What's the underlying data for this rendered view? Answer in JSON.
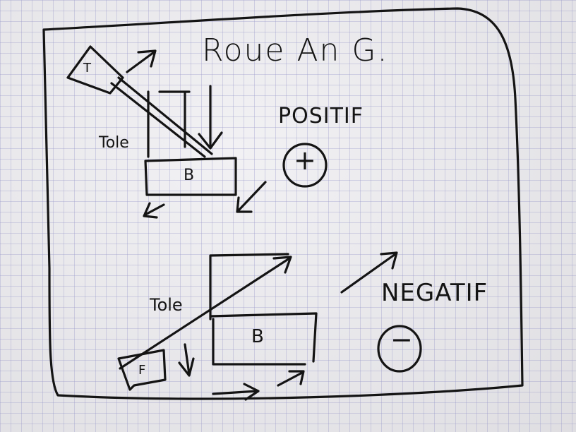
{
  "title": "Roue An G.",
  "labels": {
    "positif": "POSITIF",
    "negatif": "NEGATIF",
    "tole_top": "Tole",
    "tole_bottom": "Tole",
    "block_top": "B",
    "block_bottom": "B",
    "tool_top": "T",
    "tool_bottom": "F"
  },
  "signs": {
    "positive": "+",
    "negative": "−"
  },
  "colors": {
    "ink": "#141414",
    "paper": "#ebeaee",
    "grid": "#9696c8"
  }
}
